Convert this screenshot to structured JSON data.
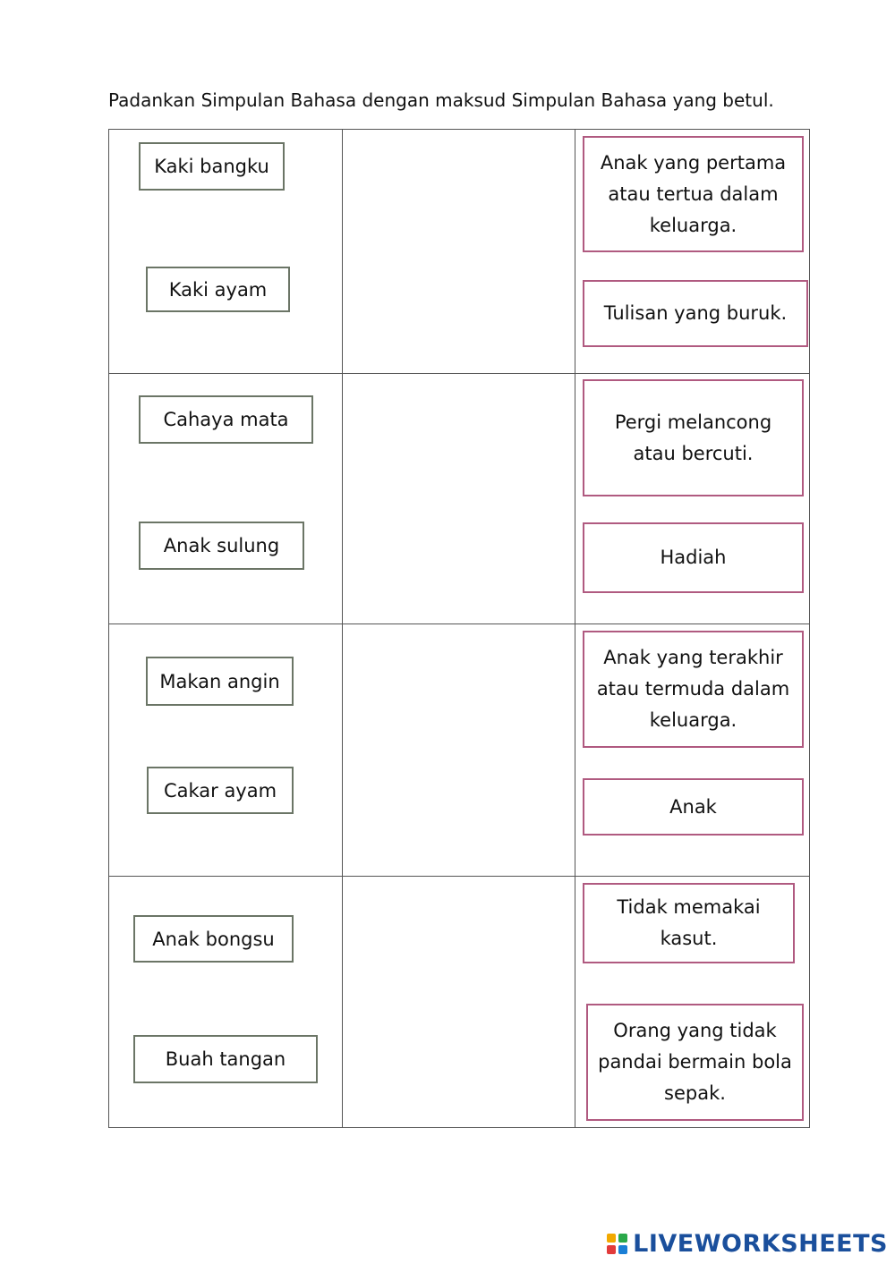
{
  "instruction": "Padankan Simpulan Bahasa dengan maksud Simpulan Bahasa yang betul.",
  "terms": [
    "Kaki bangku",
    "Kaki ayam",
    "Cahaya mata",
    "Anak sulung",
    "Makan angin",
    "Cakar ayam",
    "Anak bongsu",
    "Buah tangan"
  ],
  "meanings": [
    "Anak yang pertama atau tertua dalam keluarga.",
    "Tulisan yang buruk.",
    "Pergi melancong atau bercuti.",
    "Hadiah",
    "Anak yang terakhir atau termuda dalam keluarga.",
    "Anak",
    "Tidak memakai kasut.",
    "Orang yang tidak pandai bermain bola sepak."
  ],
  "brand": {
    "text": "LIVEWORKSHEETS",
    "color": "#1a4f9c",
    "logo_colors": [
      "#f2a900",
      "#2aa84a",
      "#e23b3b",
      "#1a7fd6"
    ]
  }
}
